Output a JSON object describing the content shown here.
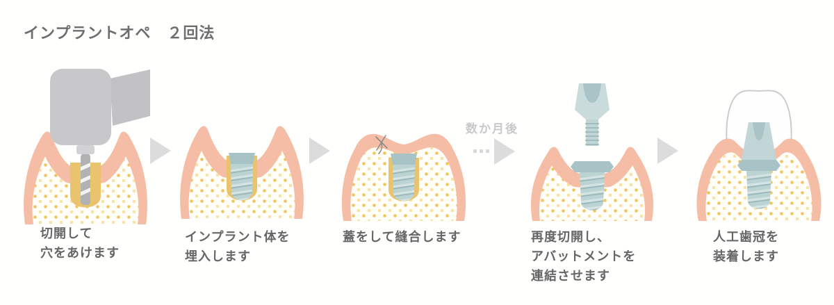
{
  "title": "インプラントオペ　２回法",
  "flow": {
    "months_label": "数か月後",
    "arrow_icon": "triangle-right-arrow",
    "ellipsis_icon": "three-dots"
  },
  "steps": [
    {
      "caption_lines": [
        "切開して",
        "穴をあけます"
      ],
      "illustration": "drill-making-hole-in-gum"
    },
    {
      "caption_lines": [
        "インプラント体を",
        "埋入します"
      ],
      "illustration": "implant-body-placed-in-bone"
    },
    {
      "caption_lines": [
        "蓋をして縫合します"
      ],
      "illustration": "gum-sutured-over-implant"
    },
    {
      "caption_lines": [
        "再度切開し、",
        "アバットメントを",
        "連結させます"
      ],
      "illustration": "abutment-above-implant"
    },
    {
      "caption_lines": [
        "人工歯冠を",
        "装着します"
      ],
      "illustration": "crown-placed-on-implant"
    }
  ],
  "colors": {
    "gum": "#f5bda5",
    "bone_dot": "#f0c55e",
    "socket": "#e9c36d",
    "implant": "#bcd3d4",
    "implant_dark": "#a8c3c6",
    "drill": "#c8c8ca",
    "arrow": "#dcdcdc",
    "caption_text": "#666666",
    "title_text": "#6e6e6e",
    "months_text": "#c9c9c9"
  }
}
